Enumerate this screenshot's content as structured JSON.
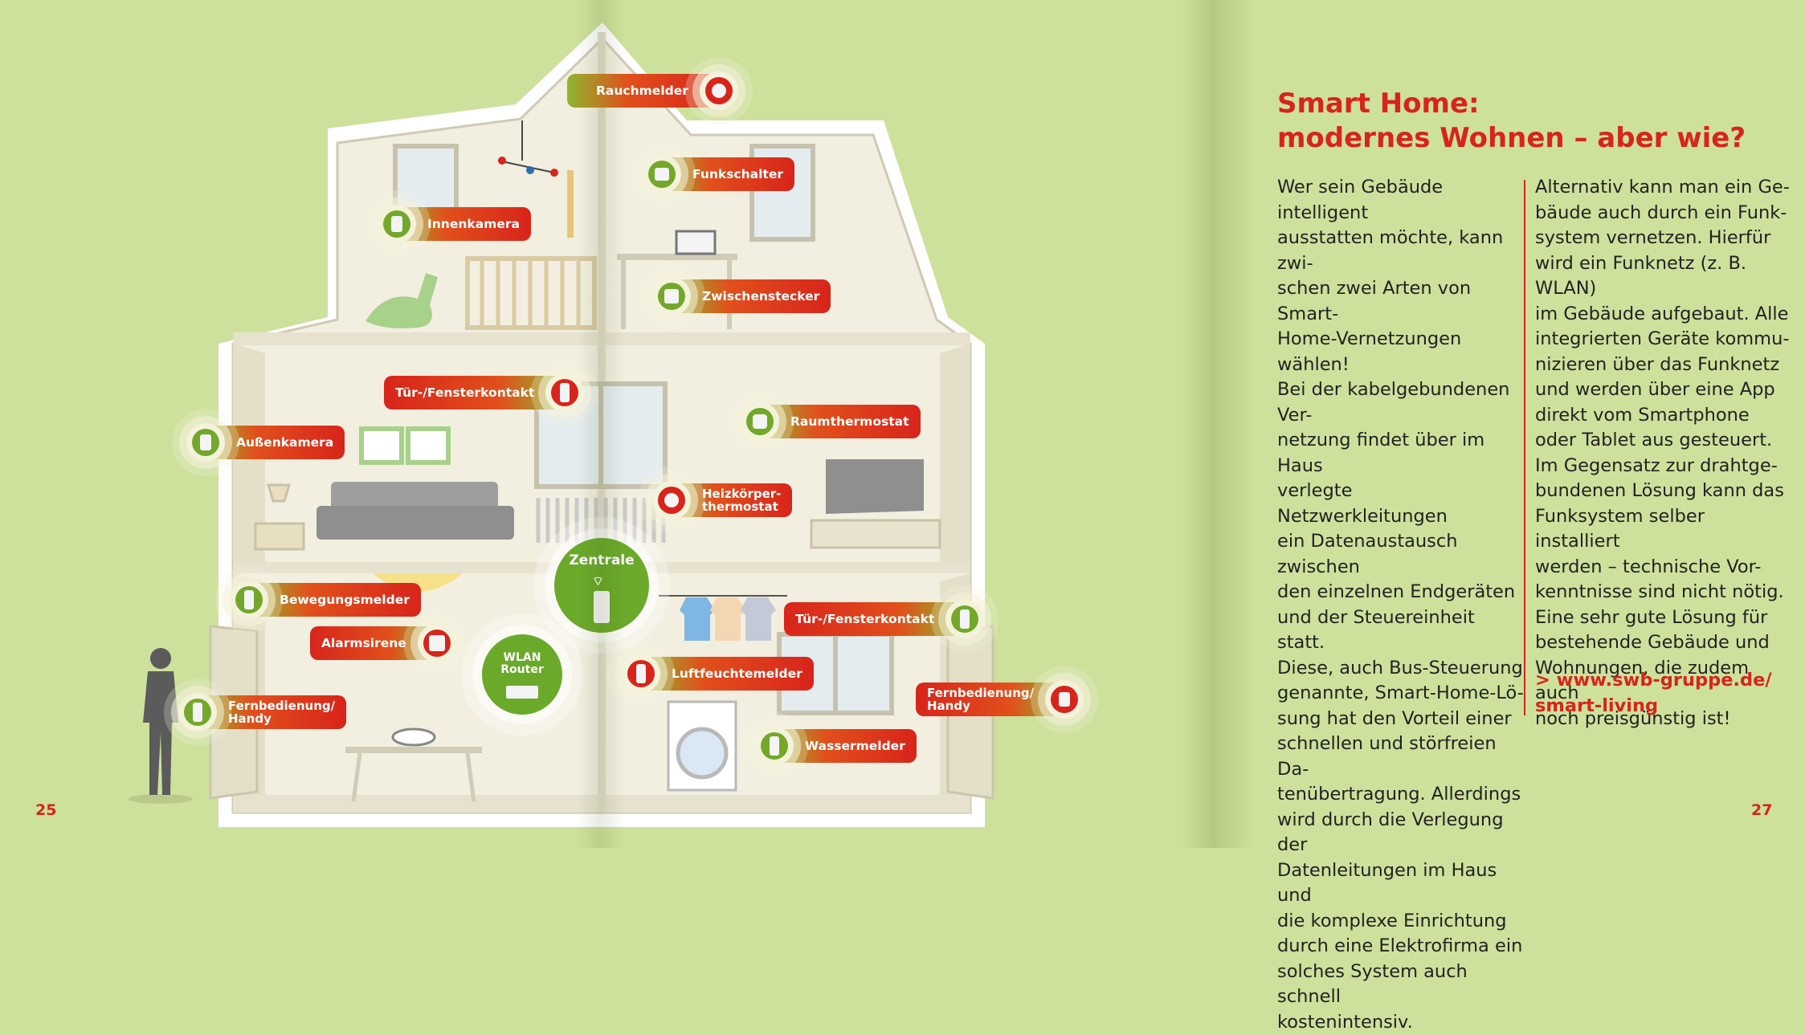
{
  "page_numbers": {
    "left": "25",
    "right": "27"
  },
  "headline": {
    "line1": "Smart Home:",
    "line2": "modernes Wohnen – aber wie?"
  },
  "article": {
    "col_left": "Wer sein Gebäude intelligent\nausstatten möchte, kann zwi-\nschen zwei Arten von Smart-\nHome-Vernetzungen wählen!\nBei der kabelgebundenen Ver-\nnetzung findet über im Haus\nverlegte Netzwerkleitungen\nein Datenaustausch zwischen\nden einzelnen Endgeräten\nund der Steuereinheit statt.\nDiese, auch Bus-Steuerung\ngenannte, Smart-Home-Lö-\nsung hat den Vorteil einer\nschnellen und störfreien Da-\ntenübertragung. Allerdings\nwird durch die Verlegung der\nDatenleitungen im Haus und\ndie komplexe Einrichtung\ndurch eine Elektrofirma ein\nsolches System auch schnell\nkostenintensiv.",
    "col_right": "Alternativ kann man ein Ge-\nbäude auch durch ein Funk-\nsystem vernetzen. Hierfür\nwird ein Funknetz (z. B. WLAN)\nim Gebäude aufgebaut. Alle\nintegrierten Geräte kommu-\nnizieren über das Funknetz\nund werden über eine App\ndirekt vom Smartphone\noder Tablet aus gesteuert.\nIm Gegensatz zur drahtge-\nbundenen Lösung kann das\nFunksystem selber installiert\nwerden – technische Vor-\nkenntnisse sind nicht nötig.\nEine sehr gute Lösung für\nbestehende Gebäude und\nWohnungen, die zudem auch\nnoch preisgünstig ist!",
    "link": "> www.swb-gruppe.de/\n   smart-living"
  },
  "labels": {
    "rauchmelder": "Rauchmelder",
    "funkschalter": "Funkschalter",
    "innenkamera": "Innenkamera",
    "zwischenstecker": "Zwischenstecker",
    "tuer_fenster_1": "Tür-/Fensterkontakt",
    "raumthermostat": "Raumthermostat",
    "aussenkamera": "Außenkamera",
    "heizkoerper_1": "Heizkörper-",
    "heizkoerper_2": "thermostat",
    "zentrale": "Zentrale",
    "bewegungsmelder": "Bewegungsmelder",
    "tuer_fenster_2": "Tür-/Fensterkontakt",
    "alarmsirene": "Alarmsirene",
    "wlan_router": "WLAN\nRouter",
    "luftfeuchtemelder": "Luftfeuchtemelder",
    "fernbedienung_l1": "Fernbedienung/",
    "fernbedienung_l2": "Handy",
    "fernbedienung_r1": "Fernbedienung/",
    "fernbedienung_r2": "Handy",
    "wassermelder": "Wassermelder"
  },
  "colors": {
    "brand_red": "#d8241b",
    "accent_green": "#73a82a",
    "page_bg": "#cde19c"
  }
}
